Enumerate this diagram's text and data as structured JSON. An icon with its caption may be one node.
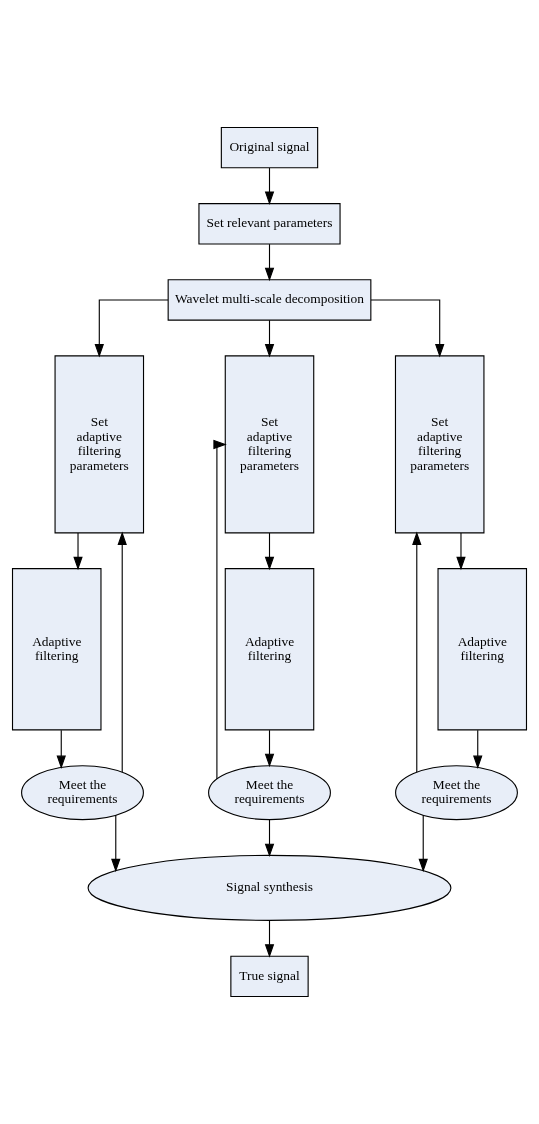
{
  "diagram": {
    "nodes": [
      {
        "text": [
          "Original signal"
        ]
      },
      {
        "text": [
          "Set relevant parameters"
        ]
      },
      {
        "text": [
          "Wavelet multi-scale decomposition"
        ]
      },
      {
        "text": [
          "Set adaptive filtering parameters"
        ]
      },
      {
        "text": [
          "Set adaptive filtering parameters"
        ]
      },
      {
        "text": [
          "Set adaptive filtering parameters"
        ]
      },
      {
        "text": [
          "Adaptive filtering"
        ]
      },
      {
        "text": [
          "Adaptive filtering"
        ]
      },
      {
        "text": [
          "Adaptive filtering"
        ]
      },
      {
        "text": [
          "Meet the requirements"
        ]
      },
      {
        "text": [
          "Meet the requirements"
        ]
      },
      {
        "text": [
          "Meet the requirements"
        ]
      },
      {
        "text": [
          "Signal synthesis"
        ]
      },
      {
        "text": [
          "True signal"
        ]
      }
    ],
    "edges": [
      {
        "from": 0,
        "to": 1,
        "arrow": "to"
      },
      {
        "from": 1,
        "to": 2,
        "arrow": "to"
      },
      {
        "from": 2,
        "to": 3,
        "arrow": "to"
      },
      {
        "from": 2,
        "to": 4,
        "arrow": "to"
      },
      {
        "from": 2,
        "to": 5,
        "arrow": "to"
      },
      {
        "from": 3,
        "to": 6,
        "arrow": "to"
      },
      {
        "from": 4,
        "to": 7,
        "arrow": "to"
      },
      {
        "from": 5,
        "to": 8,
        "arrow": "to"
      },
      {
        "from": 6,
        "to": 9,
        "arrow": "to"
      },
      {
        "from": 7,
        "to": 10,
        "arrow": "to"
      },
      {
        "from": 8,
        "to": 11,
        "arrow": "to"
      },
      {
        "from": 9,
        "to": 3,
        "arrow": "to"
      },
      {
        "from": 10,
        "to": 4,
        "arrow": "to"
      },
      {
        "from": 11,
        "to": 5,
        "arrow": "to"
      },
      {
        "from": 9,
        "to": 12,
        "arrow": "to"
      },
      {
        "from": 10,
        "to": 12,
        "arrow": "to"
      },
      {
        "from": 11,
        "to": 12,
        "arrow": "to"
      },
      {
        "from": 12,
        "to": 13,
        "arrow": "to"
      }
    ]
  }
}
